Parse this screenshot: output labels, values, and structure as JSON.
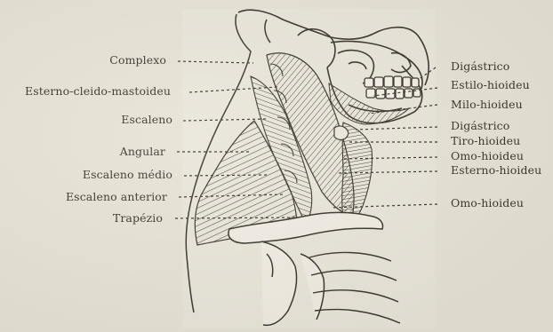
{
  "figure": {
    "labels_left": [
      "Complexo",
      "Esterno-cleido-mastoideu",
      "Escaleno",
      "Angular",
      "Escaleno médio",
      "Escaleno anterior",
      "Trapézio"
    ],
    "labels_right": [
      "Digástrico",
      "Estilo-hioideu",
      "Milo-hioideu",
      "Digástrico",
      "Tiro-hioideu",
      "Omo-hioideu",
      "Esterno-hioideu",
      "Omo-hioideu"
    ]
  }
}
